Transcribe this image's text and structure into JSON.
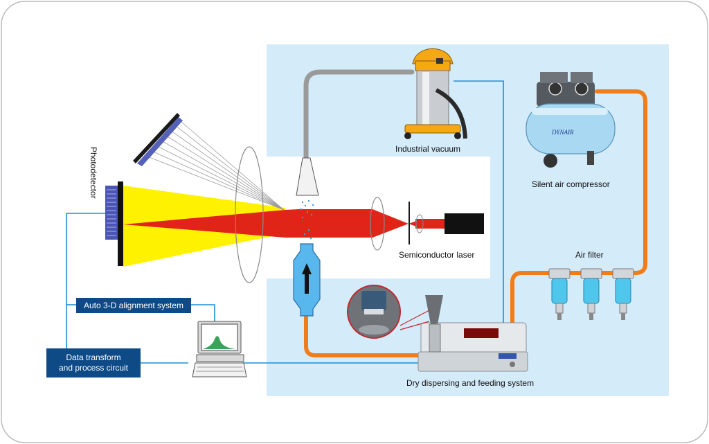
{
  "labels": {
    "photodetector": "Photodetector",
    "industrial_vacuum": "Industrial vacuum",
    "silent_air_compressor": "Silent air compressor",
    "semiconductor_laser": "Semiconductor laser",
    "air_filter": "Air filter",
    "dry_dispersing": "Dry dispersing and feeding system",
    "compressor_brand": "DYNAIR"
  },
  "boxes": {
    "alignment": "Auto 3-D alignment system",
    "data_line1": "Data transform",
    "data_line2": "and process circuit"
  },
  "colors": {
    "panel": "#d4ebfa",
    "beam": "#e02418",
    "scatter": "#fff200",
    "hose": "#f07d1a",
    "wire": "#1b8fd0",
    "box": "#0e4a86"
  }
}
